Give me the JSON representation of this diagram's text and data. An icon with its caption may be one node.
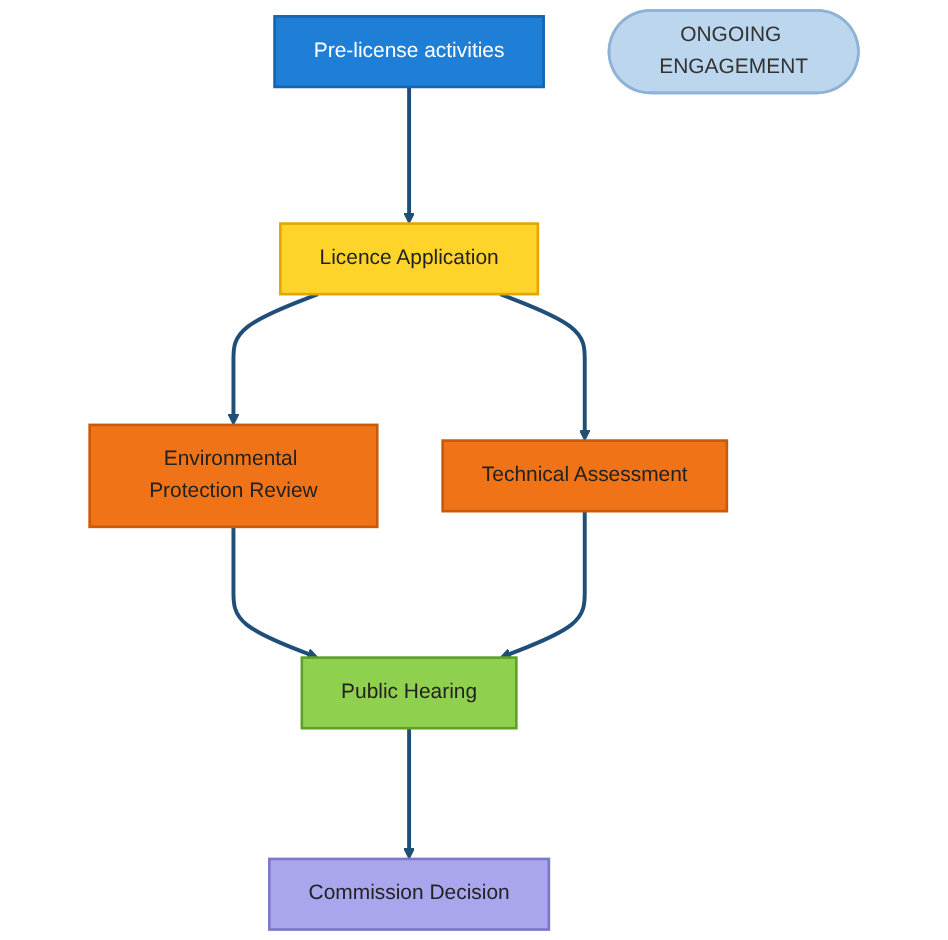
{
  "diagram": {
    "nodes": [
      {
        "text": [
          "Pre-license activities"
        ]
      },
      {
        "text": [
          "Licence Application"
        ]
      },
      {
        "text": [
          "Environmental Protection Review"
        ]
      },
      {
        "text": [
          "Technical Assessment"
        ]
      },
      {
        "text": [
          "Public Hearing"
        ]
      },
      {
        "text": [
          "Commission Decision"
        ]
      },
      {
        "text": [
          "ONGOING ENGAGEMENT"
        ]
      }
    ],
    "edges": [
      {
        "from": 0,
        "to": 1,
        "arrow": "to"
      },
      {
        "from": 1,
        "to": 2,
        "arrow": "to"
      },
      {
        "from": 1,
        "to": 3,
        "arrow": "to"
      },
      {
        "from": 2,
        "to": 4,
        "arrow": "to"
      },
      {
        "from": 3,
        "to": 4,
        "arrow": "to"
      },
      {
        "from": 4,
        "to": 5,
        "arrow": "to"
      }
    ]
  }
}
